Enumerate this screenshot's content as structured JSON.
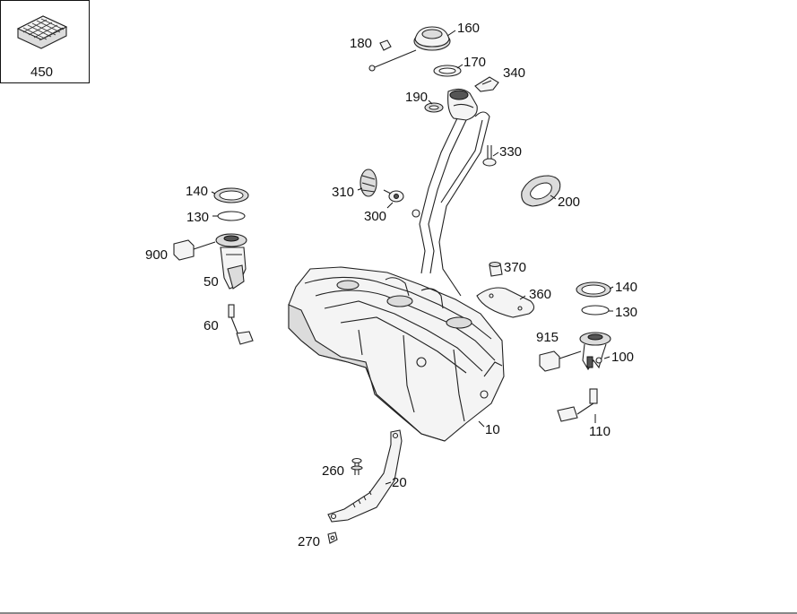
{
  "labels": {
    "p450": "450",
    "p160": "160",
    "p180": "180",
    "p170": "170",
    "p340": "340",
    "p190": "190",
    "p330": "330",
    "p310": "310",
    "p300": "300",
    "p200": "200",
    "p140a": "140",
    "p130a": "130",
    "p900": "900",
    "p50": "50",
    "p60": "60",
    "p370": "370",
    "p360": "360",
    "p140b": "140",
    "p130b": "130",
    "p915": "915",
    "p100": "100",
    "p110": "110",
    "p10": "10",
    "p260": "260",
    "p20": "20",
    "p270": "270"
  }
}
